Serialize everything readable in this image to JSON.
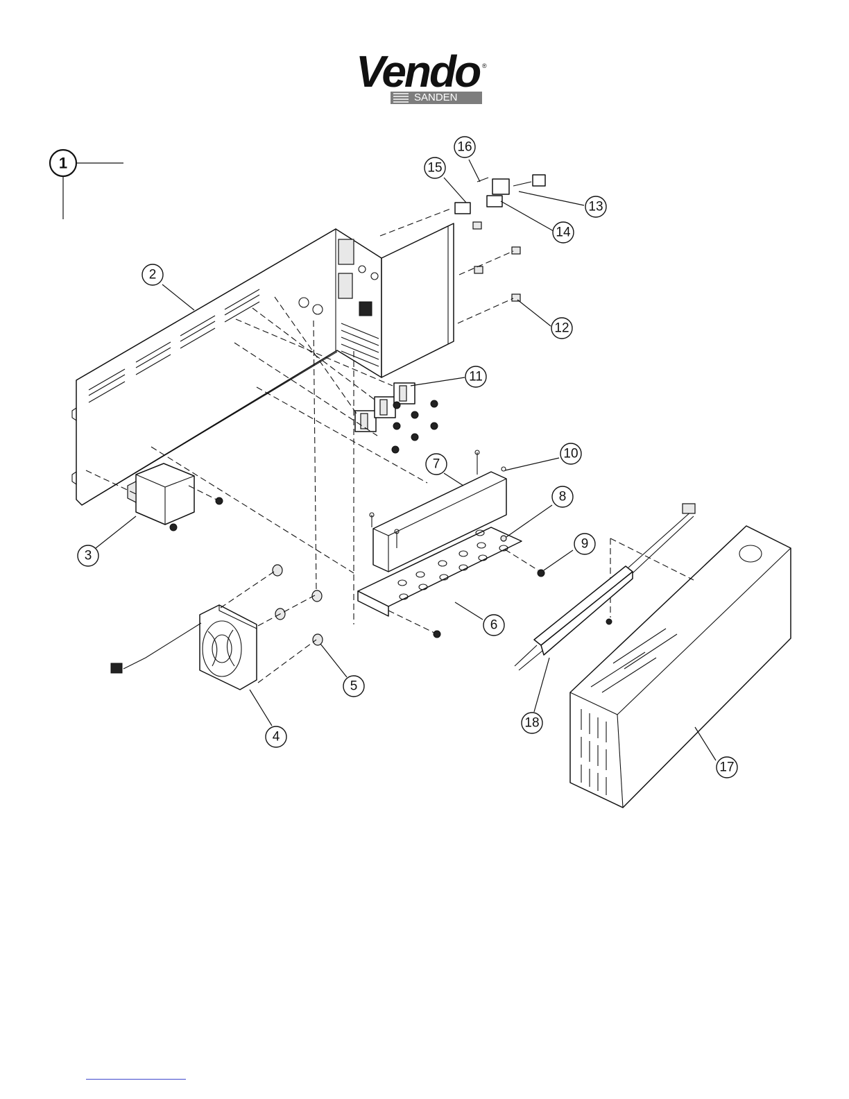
{
  "logo": {
    "brand": "Vendo",
    "registered": "®",
    "subbrand": "SANDEN"
  },
  "callouts": [
    {
      "id": "1",
      "label": "1"
    },
    {
      "id": "2",
      "label": "2"
    },
    {
      "id": "3",
      "label": "3"
    },
    {
      "id": "4",
      "label": "4"
    },
    {
      "id": "5",
      "label": "5"
    },
    {
      "id": "6",
      "label": "6"
    },
    {
      "id": "7",
      "label": "7"
    },
    {
      "id": "8",
      "label": "8"
    },
    {
      "id": "9",
      "label": "9"
    },
    {
      "id": "10",
      "label": "10"
    },
    {
      "id": "11",
      "label": "11"
    },
    {
      "id": "12",
      "label": "12"
    },
    {
      "id": "13",
      "label": "13"
    },
    {
      "id": "14",
      "label": "14"
    },
    {
      "id": "15",
      "label": "15"
    },
    {
      "id": "16",
      "label": "16"
    },
    {
      "id": "17",
      "label": "17"
    },
    {
      "id": "18",
      "label": "18"
    }
  ],
  "colors": {
    "ink": "#111111",
    "logo_bar": "#7d7d7d",
    "footer_link": "#3f48cc"
  }
}
